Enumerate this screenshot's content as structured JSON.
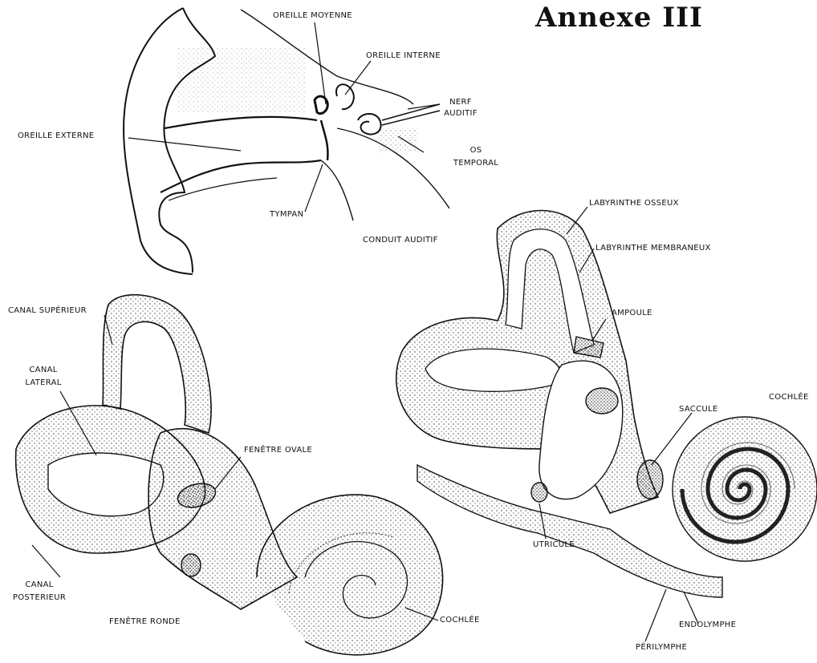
{
  "title": "Annexe III",
  "labels": {
    "oreille_moyenne": "OREILLE MOYENNE",
    "oreille_interne": "OREILLE INTERNE",
    "nerf_auditif_1": "NERF",
    "nerf_auditif_2": "AUDITIF",
    "oreille_externe": "OREILLE EXTERNE",
    "os_temporal_1": "OS",
    "os_temporal_2": "TEMPORAL",
    "tympan": "TYMPAN",
    "conduit_auditif": "CONDUIT AUDITIF",
    "labyrinthe_osseux": "LABYRINTHE OSSEUX",
    "labyrinthe_membraneux": "LABYRINTHE MEMBRANEUX",
    "ampoule": "AMPOULE",
    "canal_superieur": "CANAL SUPÉRIEUR",
    "canal_lateral_1": "CANAL",
    "canal_lateral_2": "LATERAL",
    "cochlee_right": "COCHLÉE",
    "saccule": "SACCULE",
    "fenetre_ovale": "FENÊTRE OVALE",
    "utricule": "UTRICULE",
    "canal_posterieur_1": "CANAL",
    "canal_posterieur_2": "POSTERIEUR",
    "fenetre_ronde": "FENÊTRE RONDE",
    "cochlee_left": "COCHLÉE",
    "endolymphe": "ENDOLYMPHE",
    "perilymphe": "PÉRILYMPHE"
  }
}
